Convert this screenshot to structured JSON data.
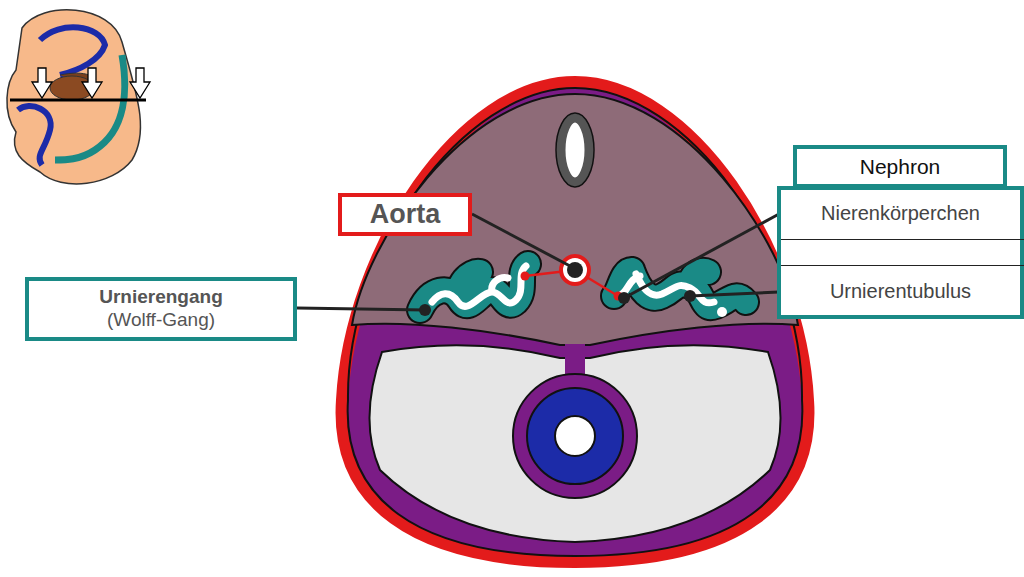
{
  "diagram": {
    "nodes": [
      {
        "text": [
          "Aorta"
        ]
      },
      {
        "text": [
          "Urnierengang",
          "(Wolff-Gang)"
        ]
      },
      {
        "text": [
          "Nephron"
        ]
      },
      {
        "text": [
          "Nierenkörperchen"
        ],
        "in": 2
      },
      {
        "text": [
          "Urnierentubulus"
        ],
        "in": 2
      }
    ]
  }
}
